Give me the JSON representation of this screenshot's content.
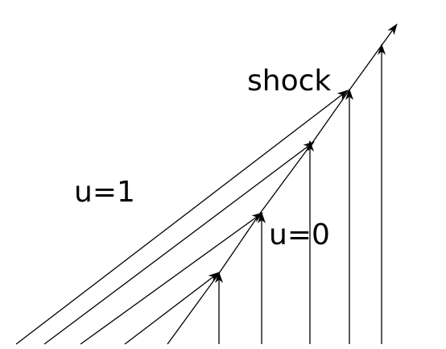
{
  "labels": {
    "shock": "shock",
    "left_state": "u=1",
    "right_state": "u=0"
  },
  "colors": {
    "ink": "#000000",
    "background": "#ffffff"
  }
}
